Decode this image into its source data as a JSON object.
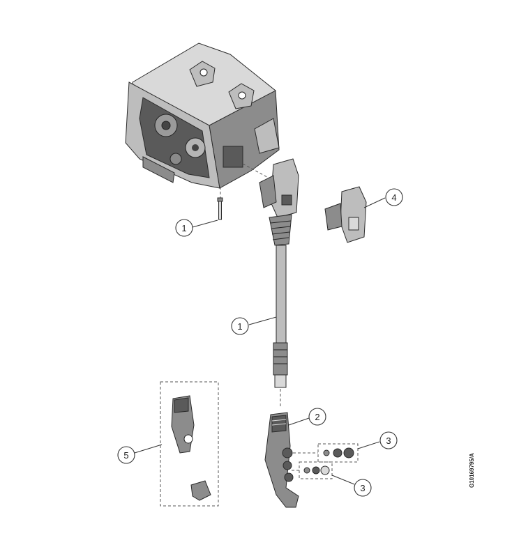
{
  "figure": {
    "reference_code": "G10169795/A",
    "callouts": [
      {
        "id": "callout-1-screw",
        "number": "1"
      },
      {
        "id": "callout-1-cable",
        "number": "1"
      },
      {
        "id": "callout-2-handle",
        "number": "2"
      },
      {
        "id": "callout-3-upper-buttons",
        "number": "3"
      },
      {
        "id": "callout-3-lower-buttons",
        "number": "3"
      },
      {
        "id": "callout-4-cover",
        "number": "4"
      },
      {
        "id": "callout-5-kit",
        "number": "5"
      }
    ]
  }
}
